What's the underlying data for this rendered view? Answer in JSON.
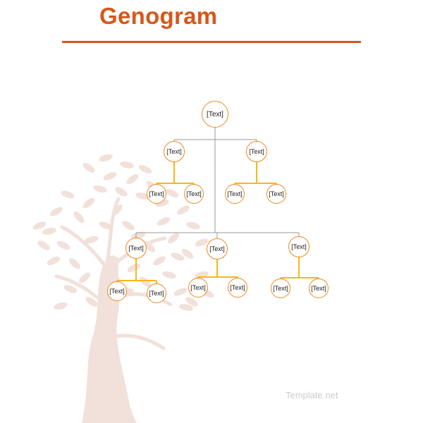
{
  "page": {
    "title": "Genogram",
    "watermark": "Template.net"
  },
  "colors": {
    "accent_orange": "#D8571A",
    "node_border_orange": "#EE8A1F",
    "connector_gray": "#9A9A9A",
    "connector_yellow": "#F7B718",
    "tree_silhouette": "#F1E1DA",
    "watermark_text": "#CBCBCB"
  },
  "genogram": {
    "nodes": [
      {
        "id": "root",
        "label": "[Text]"
      },
      {
        "id": "gen2-left",
        "label": "[Text]"
      },
      {
        "id": "gen2-right",
        "label": "[Text]"
      },
      {
        "id": "gen2-left-child-1",
        "label": "[Text]"
      },
      {
        "id": "gen2-left-child-2",
        "label": "[Text]"
      },
      {
        "id": "gen2-right-child-1",
        "label": "[Text]"
      },
      {
        "id": "gen2-right-child-2",
        "label": "[Text]"
      },
      {
        "id": "gen3-a",
        "label": "[Text]"
      },
      {
        "id": "gen3-b",
        "label": "[Text]"
      },
      {
        "id": "gen3-c",
        "label": "[Text]"
      },
      {
        "id": "gen3-a-child-1",
        "label": "[Text]"
      },
      {
        "id": "gen3-a-child-2",
        "label": "[Text]"
      },
      {
        "id": "gen3-b-child-1",
        "label": "[Text]"
      },
      {
        "id": "gen3-b-child-2",
        "label": "[Text]"
      },
      {
        "id": "gen3-c-child-1",
        "label": "[Text]"
      },
      {
        "id": "gen3-c-child-2",
        "label": "[Text]"
      }
    ]
  }
}
